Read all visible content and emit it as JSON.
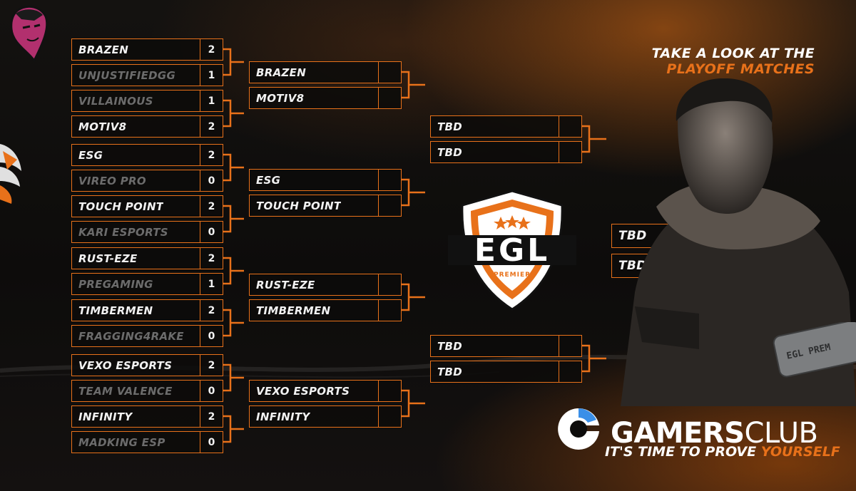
{
  "header": {
    "line1": "TAKE A LOOK AT THE",
    "line2": "PLAYOFF MATCHES"
  },
  "colors": {
    "accent": "#e8711a",
    "text": "#f2f2f2",
    "muted": "#6c6c6c"
  },
  "round1": [
    {
      "a": "BRAZEN",
      "as": "2",
      "b": "UNJUSTIFIEDGG",
      "bs": "1"
    },
    {
      "a": "VILLAINOUS",
      "as": "1",
      "b": "MOTIV8",
      "bs": "2"
    },
    {
      "a": "ESG",
      "as": "2",
      "b": "VIREO PRO",
      "bs": "0"
    },
    {
      "a": "TOUCH POINT",
      "as": "2",
      "b": "KARI ESPORTS",
      "bs": "0"
    },
    {
      "a": "RUST-EZE",
      "as": "2",
      "b": "PREGAMING",
      "bs": "1"
    },
    {
      "a": "TIMBERMEN",
      "as": "2",
      "b": "FRAGGING4RAKE",
      "bs": "0"
    },
    {
      "a": "VEXO ESPORTS",
      "as": "2",
      "b": "TEAM VALENCE",
      "bs": "0"
    },
    {
      "a": "INFINITY",
      "as": "2",
      "b": "MADKING ESP",
      "bs": "0"
    }
  ],
  "round2": [
    {
      "a": "BRAZEN",
      "b": "MOTIV8"
    },
    {
      "a": "ESG",
      "b": "TOUCH POINT"
    },
    {
      "a": "RUST-EZE",
      "b": "TIMBERMEN"
    },
    {
      "a": "VEXO ESPORTS",
      "b": "INFINITY"
    }
  ],
  "round3": [
    {
      "a": "TBD",
      "b": "TBD"
    },
    {
      "a": "TBD",
      "b": "TBD"
    }
  ],
  "final": {
    "a": "TBD",
    "b": "TBD"
  },
  "logo": {
    "main": "EGL",
    "sub": "PREMIER"
  },
  "dogtag": "EGL PREM",
  "sponsor": {
    "brand_a": "GAMERS",
    "brand_b": "CLUB",
    "tagline_a": "IT'S TIME TO PROVE ",
    "tagline_b": "YOURSELF"
  }
}
